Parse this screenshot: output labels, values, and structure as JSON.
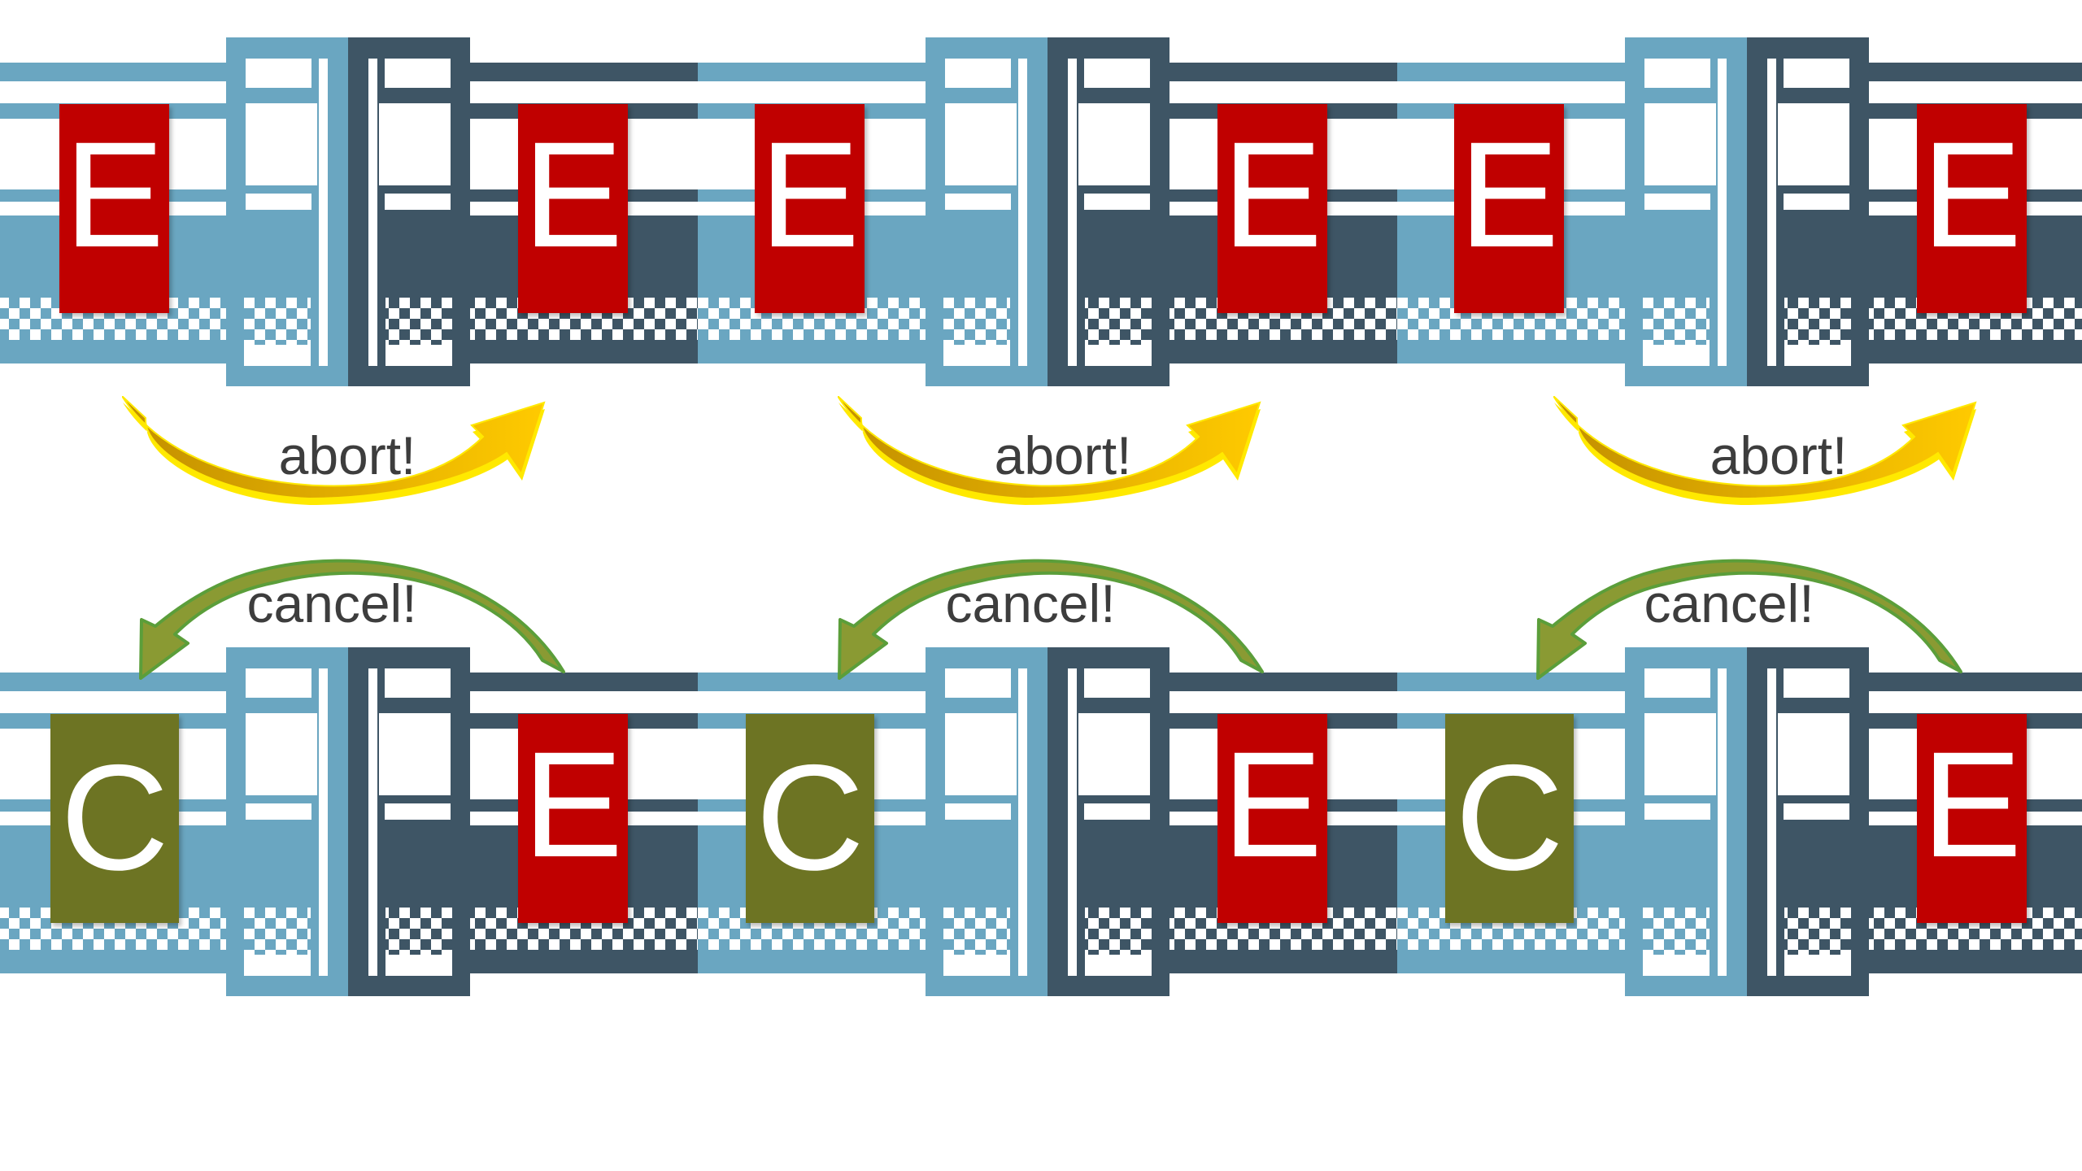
{
  "colors": {
    "background": "#ffffff",
    "light_blue": "#6aa6c1",
    "dark_slate": "#3e5565",
    "event_red": "#c00000",
    "compensation_olive": "#6d7423",
    "letter_white": "#ffffff",
    "label_text": "#3d3d3d",
    "arrow_gold_dark": "#c28f00",
    "arrow_gold_light": "#ffca00",
    "arrow_gold_rim": "#ffe900",
    "arrow_green_fill": "#8a9a33",
    "arrow_green_stroke": "#5b9e3a"
  },
  "top_train": {
    "blocks": [
      {
        "letter": "E"
      },
      {
        "letter": "E"
      },
      {
        "letter": "E"
      },
      {
        "letter": "E"
      },
      {
        "letter": "E"
      },
      {
        "letter": "E"
      }
    ]
  },
  "bottom_train": {
    "blocks": [
      {
        "letter": "C"
      },
      {
        "letter": "E"
      },
      {
        "letter": "C"
      },
      {
        "letter": "E"
      },
      {
        "letter": "C"
      },
      {
        "letter": "E"
      }
    ]
  },
  "arrows": {
    "abort": {
      "label": "abort!"
    },
    "cancel": {
      "label": "cancel!"
    }
  }
}
